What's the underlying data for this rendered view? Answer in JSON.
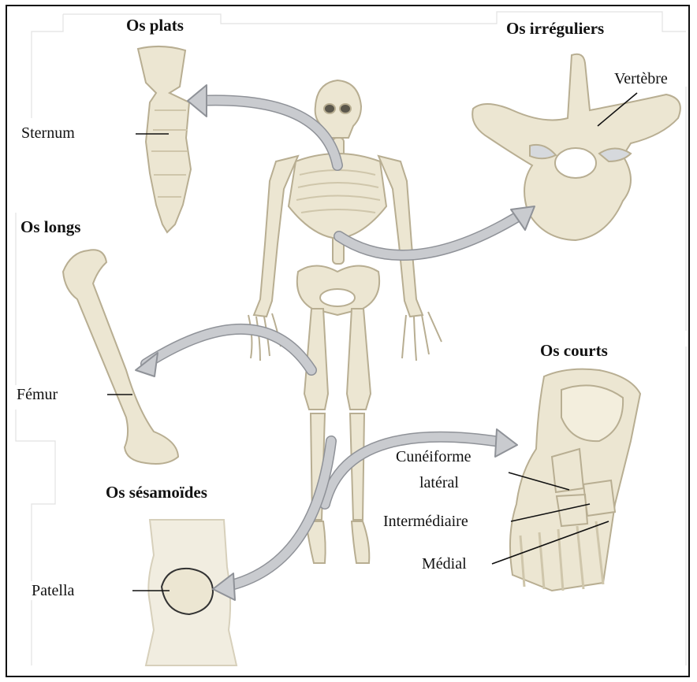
{
  "headings": {
    "flat": "Os plats",
    "irregular": "Os irréguliers",
    "long": "Os longs",
    "short": "Os courts",
    "sesamoid": "Os sésamoïdes"
  },
  "labels": {
    "sternum": "Sternum",
    "vertebra": "Vertèbre",
    "femur": "Fémur",
    "cuneiform_line1": "Cunéiforme",
    "cuneiform_line2": "latéral",
    "intermediate": "Intermédiaire",
    "medial": "Médial",
    "patella": "Patella"
  },
  "colors": {
    "bone": "#ece6d2",
    "bone_stroke": "#b8ae92",
    "arrow_fill": "#c9cbcf",
    "arrow_stroke": "#8f9298"
  }
}
